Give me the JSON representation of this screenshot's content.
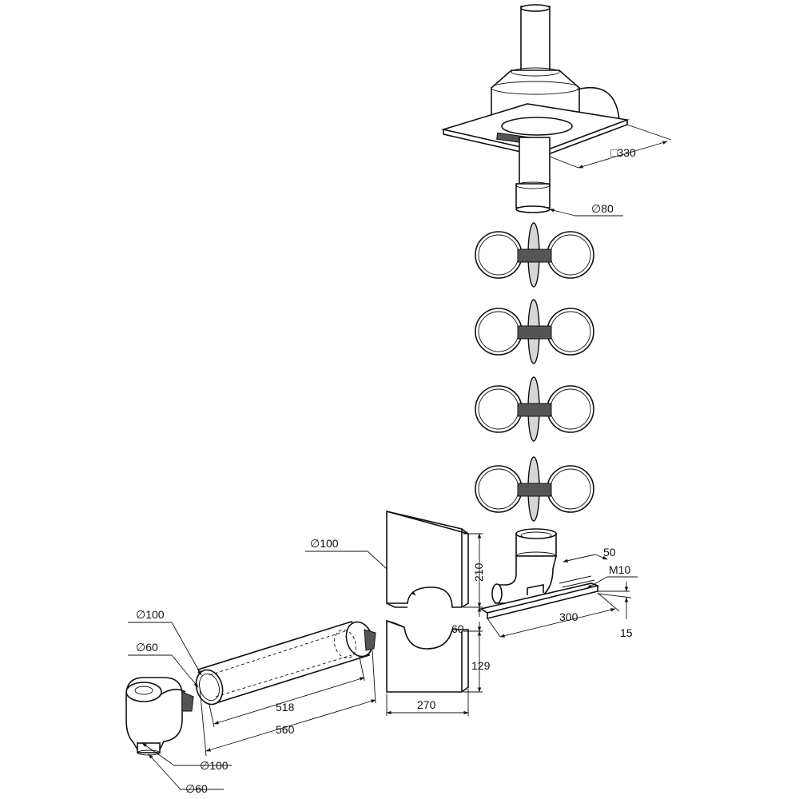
{
  "labels": {
    "terminal_plate": "□330",
    "terminal_dia": "∅80",
    "bend_dia": "∅100",
    "tube_outer_dia": "∅100",
    "tube_inner_dia": "∅60",
    "elbow_outer_dia": "∅100",
    "elbow_inner_dia": "∅60",
    "tube_inner_len": "518",
    "tube_len": "560",
    "plate_height": "210",
    "plate_gap": "60",
    "plate_lower": "129",
    "plate_width": "270",
    "bracket_width": "50",
    "bracket_thread": "M10",
    "bracket_len": "300",
    "bracket_height": "15"
  }
}
